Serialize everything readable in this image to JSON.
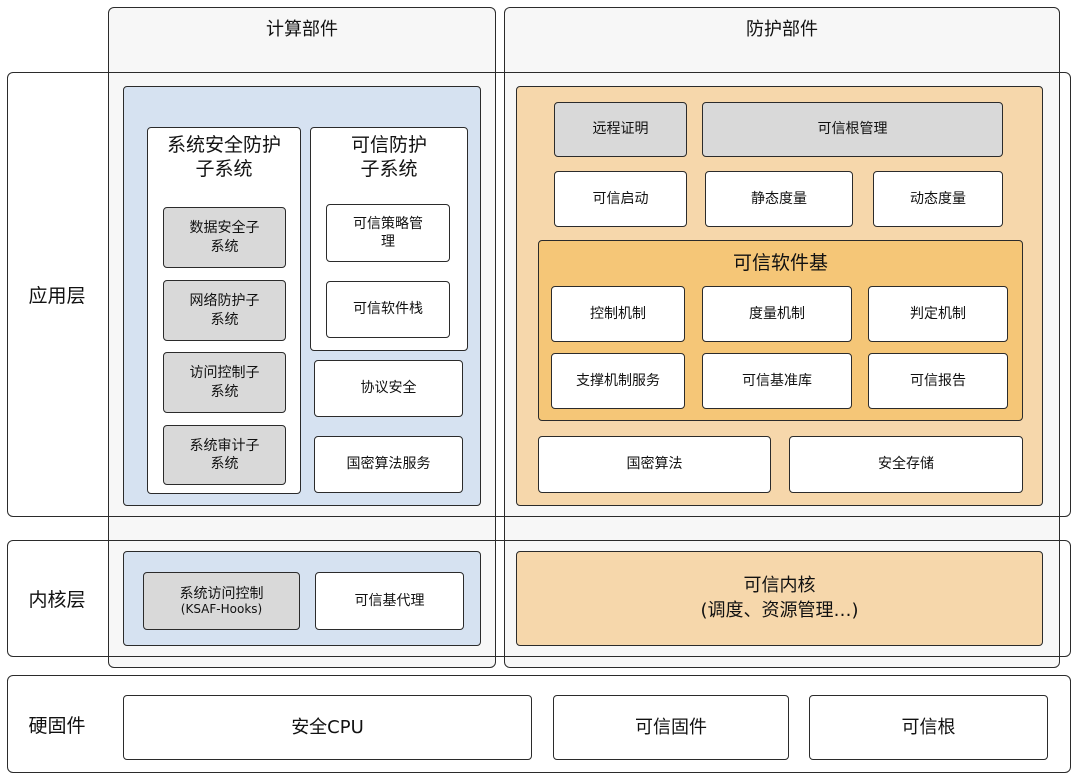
{
  "columns": {
    "compute": "计算部件",
    "protect": "防护部件"
  },
  "layers": {
    "app": "应用层",
    "kernel": "内核层",
    "firmware": "硬固件"
  },
  "compute_app": {
    "sys_security": {
      "title": "系统安全防护\n子系统",
      "items": [
        "数据安全子\n系统",
        "网络防护子\n系统",
        "访问控制子\n系统",
        "系统审计子\n系统"
      ]
    },
    "trusted_protect": {
      "title": "可信防护\n子系统",
      "items": [
        "可信策略管\n理",
        "可信软件栈"
      ]
    },
    "protocol_security": "协议安全",
    "crypto_service": "国密算法服务"
  },
  "protect_app": {
    "remote_attest": "远程证明",
    "root_mgmt": "可信根管理",
    "trusted_boot": "可信启动",
    "static_measure": "静态度量",
    "dynamic_measure": "动态度量",
    "tsb": {
      "title": "可信软件基",
      "items": [
        "控制机制",
        "度量机制",
        "判定机制",
        "支撑机制服务",
        "可信基准库",
        "可信报告"
      ]
    },
    "crypto": "国密算法",
    "secure_storage": "安全存储"
  },
  "kernel": {
    "access_control": "系统访问控制",
    "access_control_note": "(KSAF-Hooks)",
    "trusted_agent": "可信基代理",
    "trusted_kernel": "可信内核\n(调度、资源管理…)"
  },
  "firmware": {
    "secure_cpu": "安全CPU",
    "trusted_firmware": "可信固件",
    "trusted_root": "可信根"
  },
  "colors": {
    "blue_panel": "#d6e2f1",
    "orange_panel": "#f6d7ab",
    "orange_inner": "#f5c677",
    "gray_box": "#d9d9d9"
  }
}
